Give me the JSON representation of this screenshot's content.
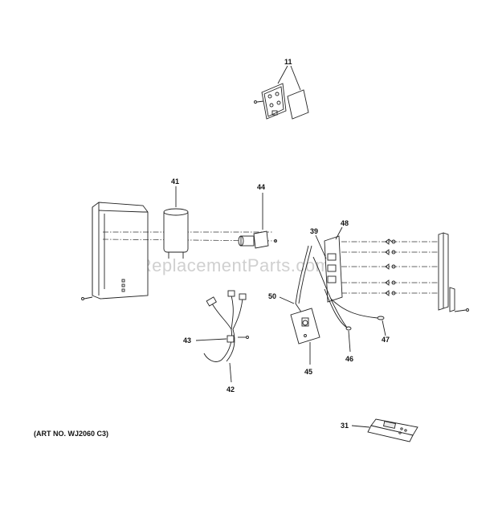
{
  "callouts": {
    "c11": "11",
    "c41": "41",
    "c44": "44",
    "c39": "39",
    "c48": "48",
    "c50": "50",
    "c43": "43",
    "c42": "42",
    "c45": "45",
    "c46": "46",
    "c47": "47",
    "c31": "31"
  },
  "art_number": "(ART NO. WJ2060 C3)",
  "watermark": "eReplacementParts.com"
}
